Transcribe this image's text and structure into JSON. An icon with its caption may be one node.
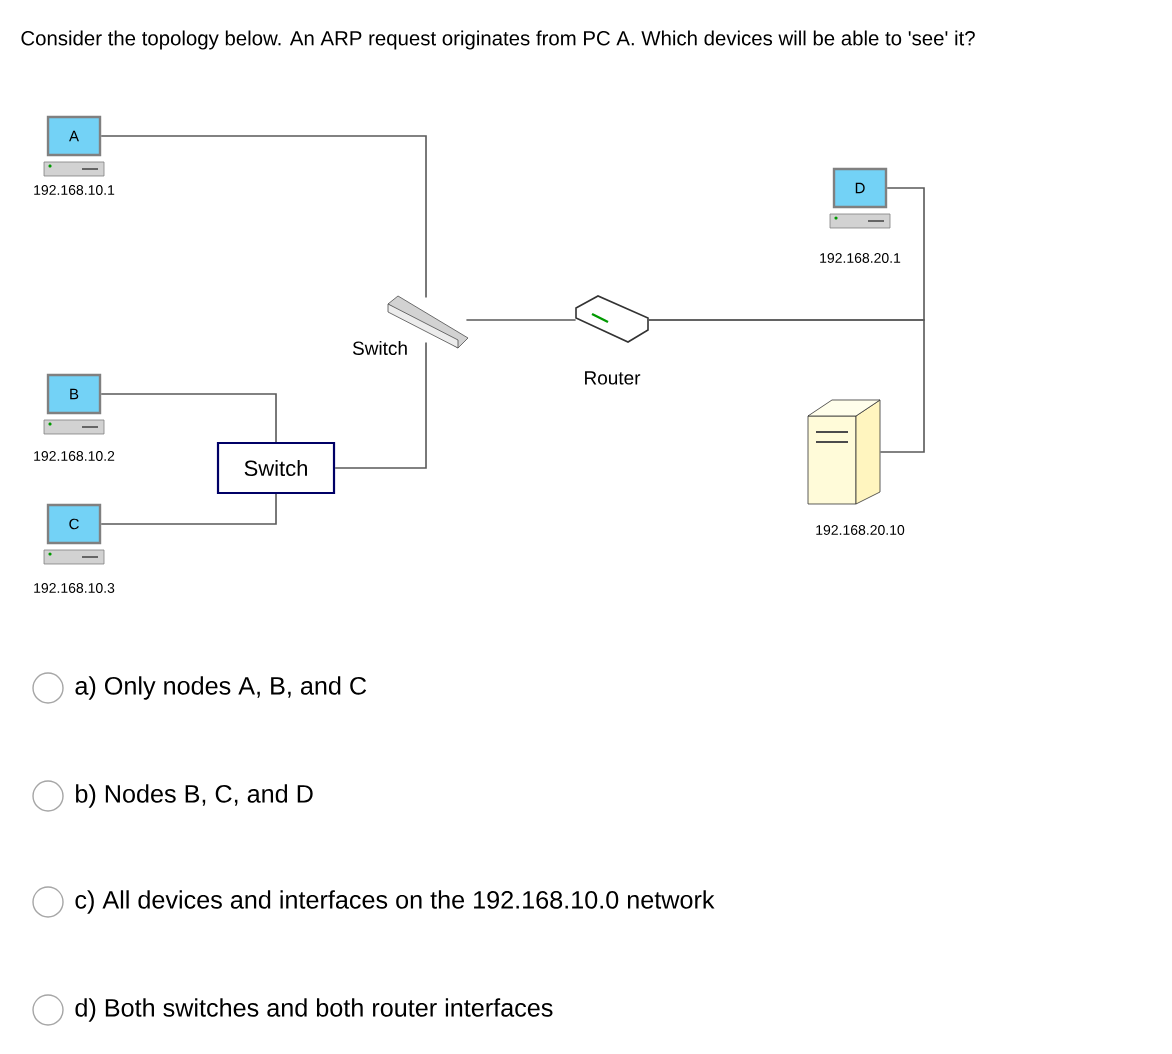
{
  "diagram": {
    "title": "Consider the topology below. An ARP request originates from PC A. Which devices will be able to 'see' it?",
    "nodes": [
      {
        "text": [
          "A"
        ],
        "beside": [
          "192.168.10.1"
        ]
      },
      {
        "text": [
          "D"
        ],
        "beside": [
          "192.168.20.1"
        ]
      },
      {
        "text": [],
        "shape": "picture",
        "beside": [
          "Switch"
        ]
      },
      {
        "text": [],
        "shape": "picture",
        "beside": [
          "Router"
        ]
      },
      {
        "text": [
          "B"
        ],
        "beside": [
          "192.168.10.2"
        ]
      },
      {
        "text": [
          "Switch"
        ]
      },
      {
        "text": [],
        "shape": "picture",
        "beside": [
          "192.168.20.10"
        ]
      },
      {
        "text": [
          "C"
        ],
        "beside": [
          "192.168.10.3"
        ]
      }
    ],
    "edges": [
      {
        "from": 0,
        "to": 2,
        "arrow": "none"
      },
      {
        "from": 4,
        "to": 5,
        "arrow": "none"
      },
      {
        "from": 7,
        "to": 5,
        "arrow": "none"
      },
      {
        "from": 5,
        "to": 2,
        "arrow": "none"
      },
      {
        "from": 2,
        "to": 3,
        "arrow": "none"
      },
      {
        "from": 3,
        "to": 1,
        "arrow": "none"
      },
      {
        "from": 3,
        "to": 6,
        "arrow": "none"
      }
    ],
    "labels": [
      "a) Only nodes A, B, and C",
      "b) Nodes B, C, and D",
      "c) All devices and interfaces on the 192.168.10.0 network",
      "d) Both switches and both router interfaces"
    ]
  }
}
